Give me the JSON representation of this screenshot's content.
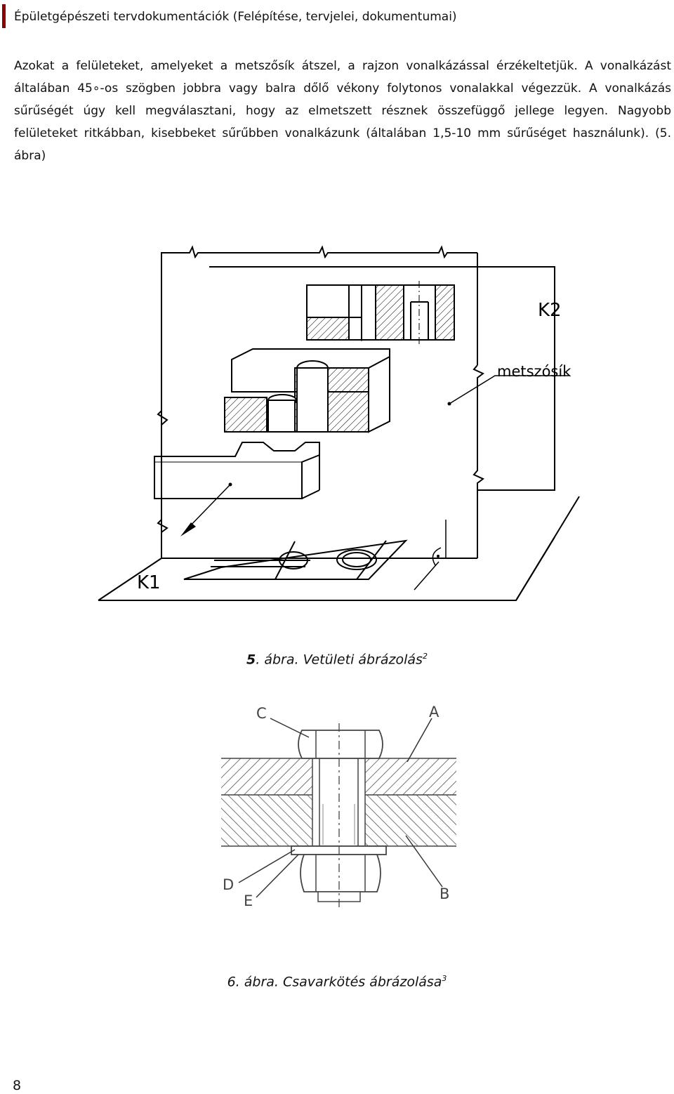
{
  "header": {
    "title": "Épületgépészeti tervdokumentációk (Felépítése, tervjelei, dokumentumai)"
  },
  "body": {
    "paragraph": "Azokat a felületeket, amelyeket a metszősík átszel, a rajzon vonalkázással érzékeltetjük. A vonalkázást általában 45∘-os szögben jobbra vagy balra dőlő vékony folytonos vonalakkal végezzük. A vonalkázás sűrűségét úgy kell megválasztani, hogy az elmetszett résznek összefüggő jellege legyen. Nagyobb felületeket ritkábban, kisebbeket sűrűbben vonalkázunk (általában 1,5-10 mm sűrűséget használunk). (5. ábra)"
  },
  "figure5": {
    "label_k1": "K1",
    "label_k2": "K2",
    "label_plane": "metszósík",
    "caption_num": "5",
    "caption_text": ". ábra. Vetületi ábrázolás",
    "caption_sup": "2"
  },
  "figure6": {
    "label_a": "A",
    "label_b": "B",
    "label_c": "C",
    "label_d": "D",
    "label_e": "E",
    "caption_text": "6. ábra. Csavarkötés ábrázolása",
    "caption_sup": "3"
  },
  "footer": {
    "page_number": "8"
  }
}
